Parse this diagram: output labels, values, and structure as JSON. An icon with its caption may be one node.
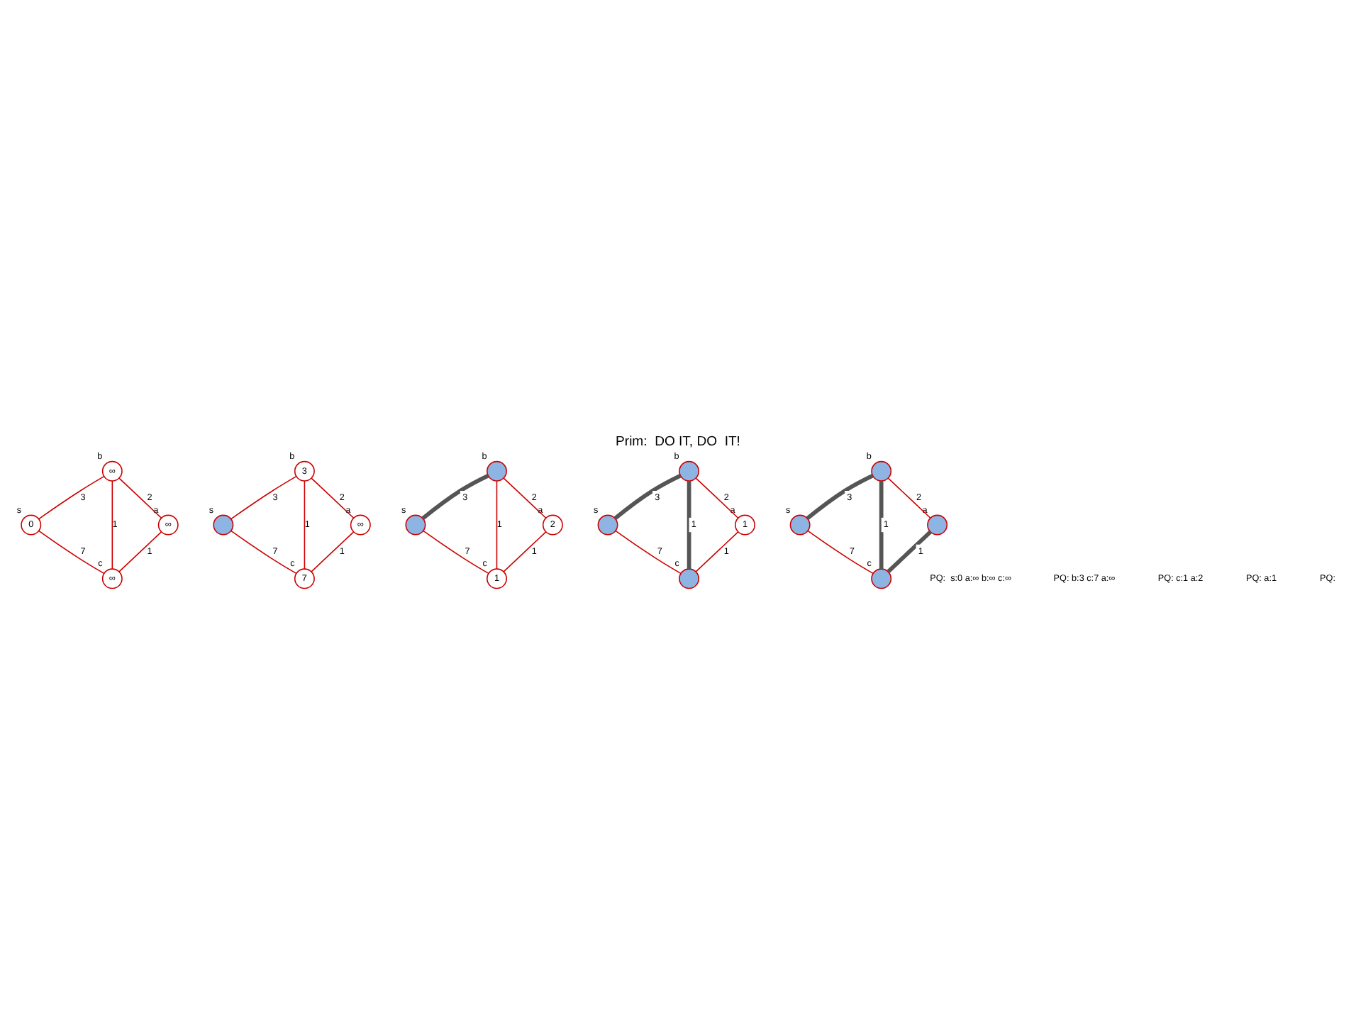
{
  "diagram": {
    "title": "Prim:  DO IT, DO  IT!",
    "nodes": [
      {
        "text": [
          "∞"
        ],
        "beside": [
          "b"
        ]
      },
      {
        "text": [
          "0"
        ],
        "beside": [
          "s"
        ]
      },
      {
        "text": [
          "∞"
        ],
        "beside": [
          "a"
        ]
      },
      {
        "text": [
          "∞"
        ],
        "beside": [
          "c"
        ]
      },
      {
        "text": [
          "3"
        ],
        "beside": [
          "b"
        ]
      },
      {
        "text": [],
        "shape": "circle",
        "beside": [
          "s"
        ]
      },
      {
        "text": [
          "∞"
        ],
        "beside": [
          "a"
        ]
      },
      {
        "text": [
          "7"
        ],
        "beside": [
          "c"
        ]
      },
      {
        "text": [],
        "shape": "circle",
        "beside": [
          "b"
        ]
      },
      {
        "text": [],
        "shape": "circle",
        "beside": [
          "s"
        ]
      },
      {
        "text": [
          "2"
        ],
        "beside": [
          "a"
        ]
      },
      {
        "text": [
          "1"
        ],
        "beside": [
          "c"
        ]
      },
      {
        "text": [],
        "shape": "circle",
        "beside": [
          "b"
        ]
      },
      {
        "text": [],
        "shape": "circle",
        "beside": [
          "s"
        ]
      },
      {
        "text": [
          "1"
        ],
        "beside": [
          "a"
        ]
      },
      {
        "text": [],
        "shape": "circle",
        "beside": [
          "c"
        ]
      },
      {
        "text": [],
        "shape": "circle",
        "beside": [
          "b"
        ]
      },
      {
        "text": [],
        "shape": "circle",
        "beside": [
          "s"
        ]
      },
      {
        "text": [],
        "shape": "circle",
        "beside": [
          "a"
        ]
      },
      {
        "text": [],
        "shape": "circle",
        "beside": [
          "c"
        ]
      }
    ],
    "edges": [
      {
        "from": 0,
        "to": 1,
        "arrow": "none",
        "label": "3"
      },
      {
        "from": 0,
        "to": 3,
        "arrow": "none",
        "label": "1"
      },
      {
        "from": 0,
        "to": 2,
        "arrow": "none",
        "label": "2"
      },
      {
        "from": 1,
        "to": 3,
        "arrow": "none",
        "label": "7"
      },
      {
        "from": 2,
        "to": 3,
        "arrow": "none",
        "label": "1"
      },
      {
        "from": 4,
        "to": 5,
        "arrow": "none",
        "label": "3"
      },
      {
        "from": 4,
        "to": 7,
        "arrow": "none",
        "label": "1"
      },
      {
        "from": 4,
        "to": 6,
        "arrow": "none",
        "label": "2"
      },
      {
        "from": 5,
        "to": 7,
        "arrow": "none",
        "label": "7"
      },
      {
        "from": 6,
        "to": 7,
        "arrow": "none",
        "label": "1"
      },
      {
        "from": 8,
        "to": 9,
        "arrow": "none",
        "label": "3",
        "style": "thick",
        "color": "#555555"
      },
      {
        "from": 8,
        "to": 11,
        "arrow": "none",
        "label": "1"
      },
      {
        "from": 8,
        "to": 10,
        "arrow": "none",
        "label": "2"
      },
      {
        "from": 9,
        "to": 11,
        "arrow": "none",
        "label": "7"
      },
      {
        "from": 10,
        "to": 11,
        "arrow": "none",
        "label": "1"
      },
      {
        "from": 12,
        "to": 13,
        "arrow": "none",
        "label": "3",
        "style": "thick",
        "color": "#555555"
      },
      {
        "from": 12,
        "to": 15,
        "arrow": "none",
        "label": "1",
        "style": "thick",
        "color": "#555555"
      },
      {
        "from": 12,
        "to": 14,
        "arrow": "none",
        "label": "2"
      },
      {
        "from": 13,
        "to": 15,
        "arrow": "none",
        "label": "7"
      },
      {
        "from": 14,
        "to": 15,
        "arrow": "none",
        "label": "1"
      },
      {
        "from": 16,
        "to": 17,
        "arrow": "none",
        "label": "3",
        "style": "thick",
        "color": "#555555"
      },
      {
        "from": 16,
        "to": 19,
        "arrow": "none",
        "label": "1",
        "style": "thick",
        "color": "#555555"
      },
      {
        "from": 16,
        "to": 18,
        "arrow": "none",
        "label": "2"
      },
      {
        "from": 17,
        "to": 19,
        "arrow": "none",
        "label": "7"
      },
      {
        "from": 18,
        "to": 19,
        "arrow": "none",
        "label": "1",
        "style": "thick",
        "color": "#555555"
      }
    ],
    "labels": [
      "PQ:  s:0 a:∞ b:∞ c:∞",
      "PQ: b:3 c:7 a:∞",
      "PQ: c:1 a:2",
      "PQ: a:1",
      "PQ:"
    ]
  }
}
